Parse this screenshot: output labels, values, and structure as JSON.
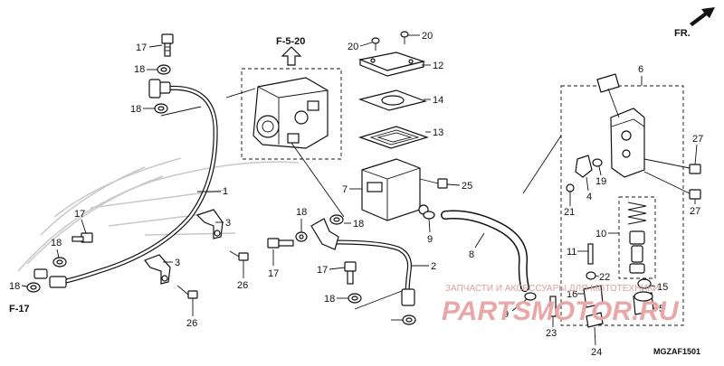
{
  "labels": {
    "p1": "1",
    "p2": "2",
    "p3a": "3",
    "p3b": "3",
    "p4": "4",
    "p5": "5",
    "p6": "6",
    "p7": "7",
    "p8": "8",
    "p9a": "9",
    "p9b": "9",
    "p10": "10",
    "p11": "11",
    "p12": "12",
    "p13": "13",
    "p14": "14",
    "p15": "15",
    "p16": "16",
    "p17a": "17",
    "p17b": "17",
    "p17c": "17",
    "p17d": "17",
    "p18a": "18",
    "p18b": "18",
    "p18c": "18",
    "p18d": "18",
    "p18e": "18",
    "p18f": "18",
    "p18g": "18",
    "p19": "19",
    "p20a": "20",
    "p20b": "20",
    "p21": "21",
    "p22": "22",
    "p23": "23",
    "p24": "24",
    "p25": "25",
    "p26a": "26",
    "p26b": "26",
    "p27a": "27",
    "p27b": "27"
  },
  "refs": {
    "top": "F-5-20",
    "bottom_left": "F-17",
    "front": "FR."
  },
  "diagram_code": "MGZAF1501",
  "watermark": {
    "line1": "ЗАПЧАСТИ И АКСЕССУАРЫ ДЛЯ МОТОТЕХНИКИ",
    "brand": "PARTSMOTOR.RU"
  }
}
